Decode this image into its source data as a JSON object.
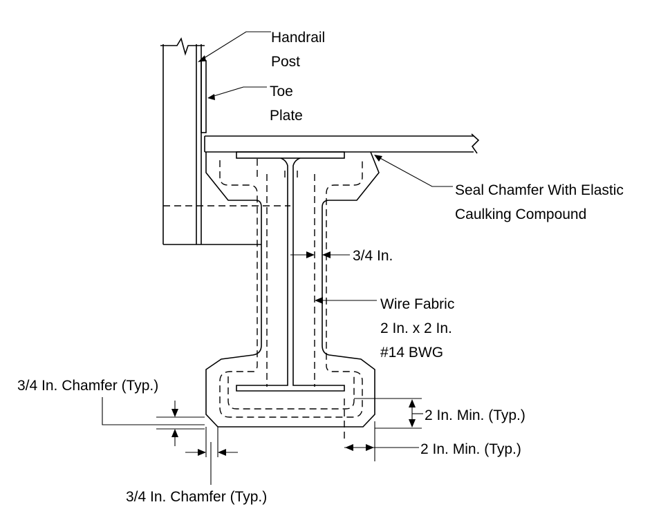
{
  "labels": {
    "handrail_line1": "Handrail",
    "handrail_line2": "Post",
    "toe_line1": "Toe",
    "toe_line2": "Plate",
    "seal_line1": "Seal Chamfer With Elastic",
    "seal_line2": "Caulking Compound",
    "cover": "3/4 In.",
    "wire_line1": "Wire Fabric",
    "wire_line2": "2 In. x 2 In.",
    "wire_line3": "#14 BWG",
    "chamfer_left": "3/4 In. Chamfer (Typ.)",
    "min_vertical": "2 In. Min. (Typ.)",
    "min_horizontal": "2 In. Min. (Typ.)",
    "chamfer_bottom": "3/4 In. Chamfer (Typ.)"
  }
}
